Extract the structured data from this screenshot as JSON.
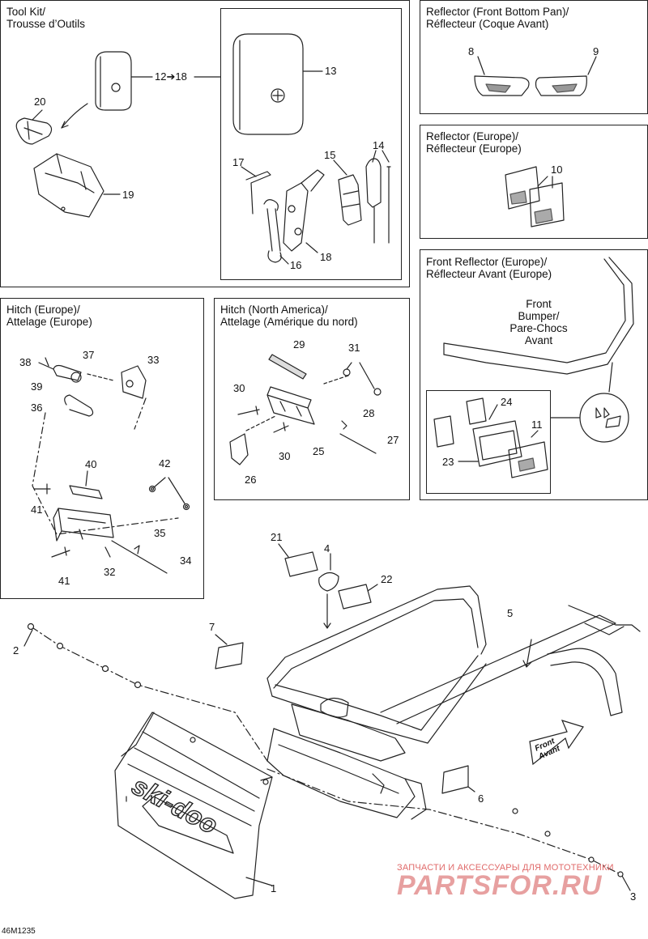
{
  "panels": {
    "tool_kit": {
      "title": "Tool Kit/\nTrousse d’Outils"
    },
    "reflector_front_bottom": {
      "title": "Reflector (Front Bottom Pan)/\nRéflecteur (Coque Avant)"
    },
    "reflector_europe": {
      "title": "Reflector (Europe)/\nRéflecteur (Europe)"
    },
    "front_reflector_europe": {
      "title": "Front Reflector (Europe)/\nRéflecteur Avant (Europe)"
    },
    "hitch_europe": {
      "title": "Hitch (Europe)/\nAttelage (Europe)"
    },
    "hitch_north_america": {
      "title": "Hitch (North America)/\nAttelage (Amérique du nord)"
    }
  },
  "labels": {
    "front_bumper": "Front\nBumper/\nPare-Chocs\nAvant",
    "front_avant_arrow": "Front\nAvant"
  },
  "callouts": {
    "c1": "1",
    "c2": "2",
    "c3": "3",
    "c4": "4",
    "c5": "5",
    "c6": "6",
    "c7": "7",
    "c8": "8",
    "c9": "9",
    "c10": "10",
    "c11": "11",
    "c12_18": "12➔18",
    "c13": "13",
    "c14": "14",
    "c15": "15",
    "c16": "16",
    "c17": "17",
    "c18": "18",
    "c19": "19",
    "c20": "20",
    "c21": "21",
    "c22": "22",
    "c23": "23",
    "c24": "24",
    "c25": "25",
    "c26": "26",
    "c27": "27",
    "c28": "28",
    "c29": "29",
    "c30a": "30",
    "c30b": "30",
    "c31": "31",
    "c32": "32",
    "c33": "33",
    "c34": "34",
    "c35": "35",
    "c36": "36",
    "c37": "37",
    "c38": "38",
    "c39": "39",
    "c40": "40",
    "c41a": "41",
    "c41b": "41",
    "c42": "42"
  },
  "diagram_code": "46M1235",
  "watermark": {
    "small": "ЗАПЧАСТИ И АКСЕССУАРЫ ДЛЯ МОТОТЕХНИКИ",
    "big": "PARTSFOR.RU"
  },
  "colors": {
    "line": "#222222",
    "watermark_small": "#e06a6a",
    "watermark_big": "#e7a0a0"
  }
}
